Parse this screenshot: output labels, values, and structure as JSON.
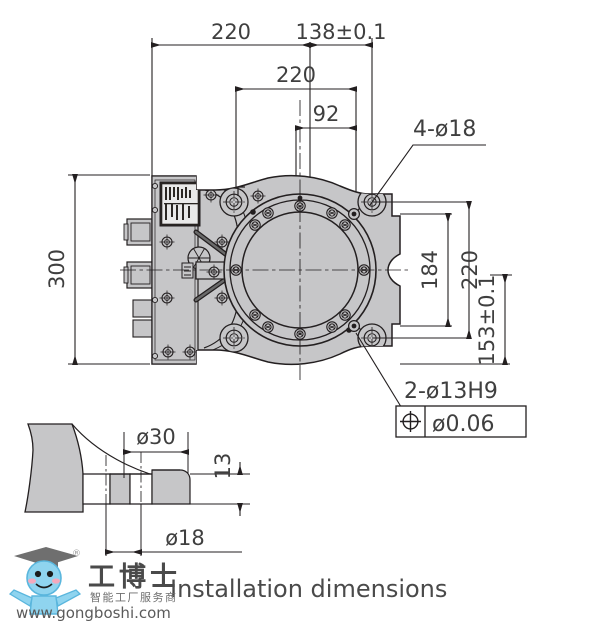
{
  "figure": {
    "caption": "Installation dimensions",
    "title": "Installation dimensions"
  },
  "dimensions": {
    "top": [
      {
        "id": "top-220",
        "label": "220"
      },
      {
        "id": "top-138",
        "label": "138±0.1"
      },
      {
        "id": "inner-220",
        "label": "220"
      },
      {
        "id": "inner-92",
        "label": "92"
      }
    ],
    "left": [
      {
        "id": "left-300",
        "label": "300"
      }
    ],
    "right": [
      {
        "id": "right-184",
        "label": "184"
      },
      {
        "id": "right-220",
        "label": "220"
      },
      {
        "id": "right-153",
        "label": "153±0.1"
      }
    ],
    "detail": [
      {
        "id": "detail-d30",
        "label": "ø30"
      },
      {
        "id": "detail-13",
        "label": "13"
      },
      {
        "id": "detail-d18",
        "label": "ø18"
      }
    ]
  },
  "callouts": {
    "holes_top_right": "4-ø18",
    "holes_bottom_right": "2-ø13H9",
    "tolerance_frame": {
      "symbol": "position-tolerance-icon",
      "value": "ø0.06"
    }
  },
  "watermark": {
    "brand_cn": "工博士",
    "tagline_cn": "智能工厂服务商",
    "url": "www.gongboshi.com",
    "registered_mark": "®"
  },
  "colors": {
    "body_fill": "#c6c6c8",
    "line": "#231f20",
    "dim_text": "#3f3f3f",
    "caption_text": "#4a4a4a",
    "watermark_blue": "#6fc3e8",
    "watermark_text": "#5a5a5a",
    "white": "#ffffff"
  }
}
